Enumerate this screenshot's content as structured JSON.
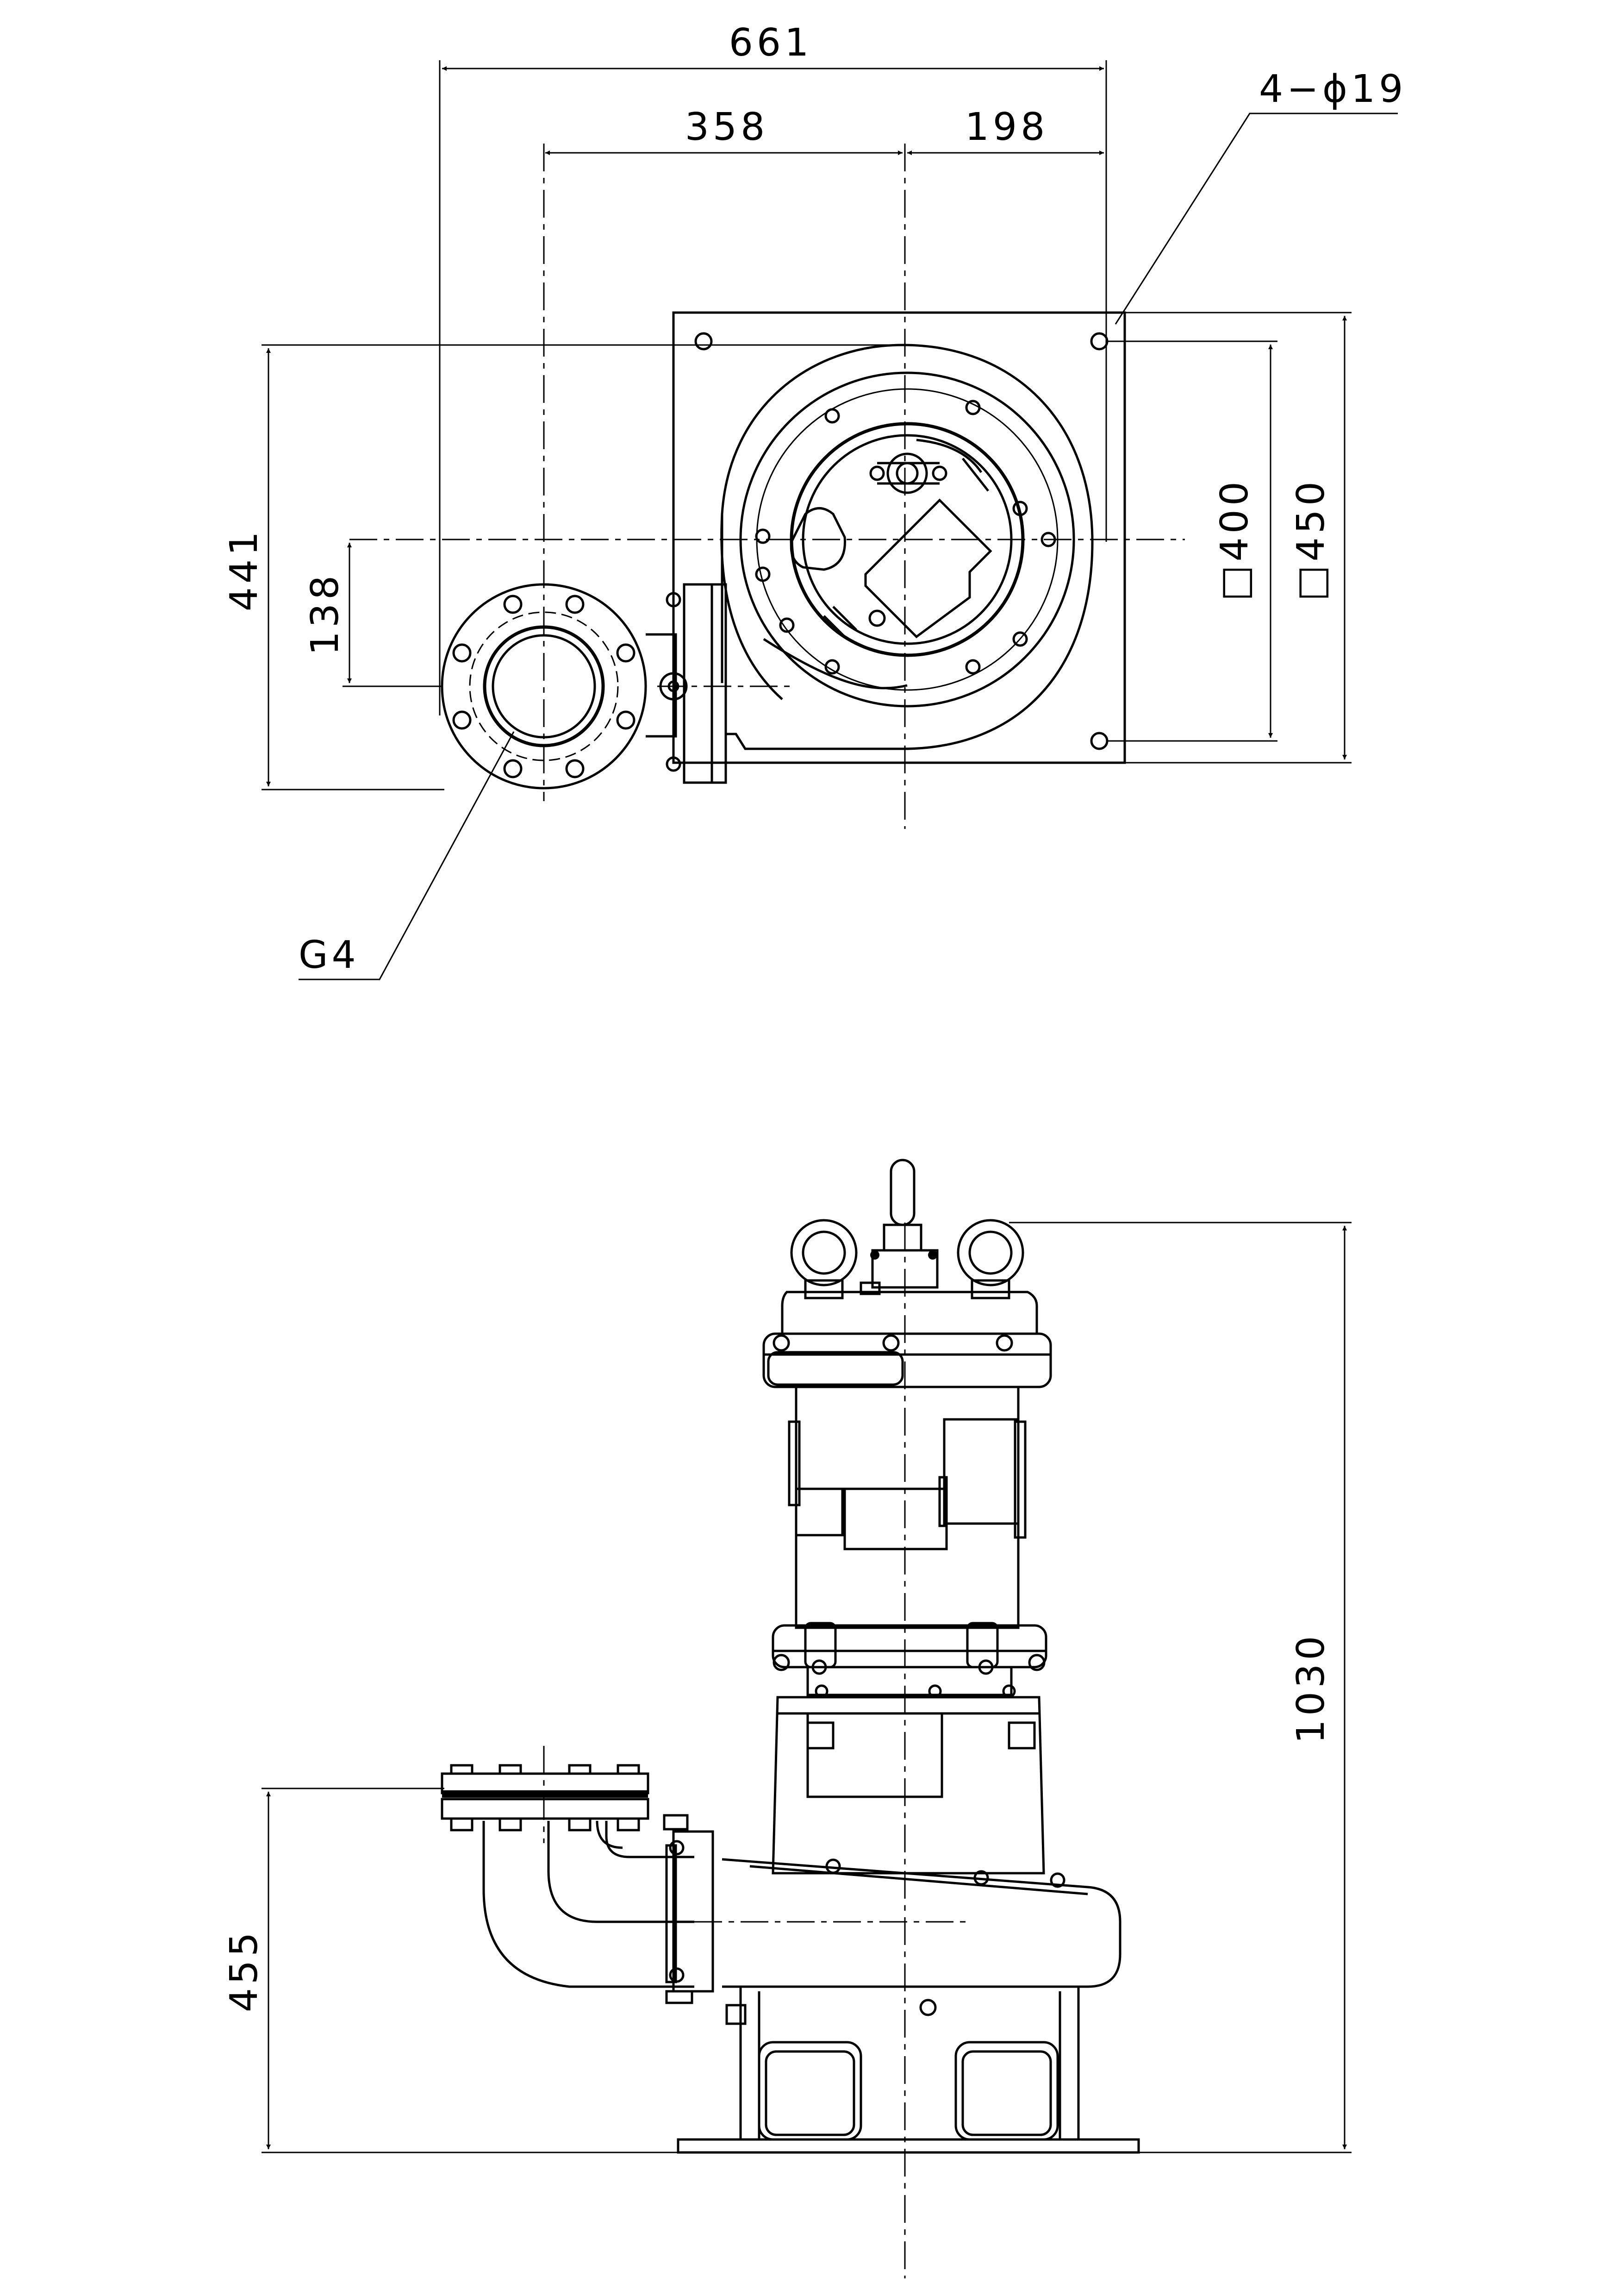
{
  "dimensions": {
    "overall_width": "661",
    "outlet_offset": "358",
    "bolt_offset": "198",
    "anchor_holes": "4−ϕ19",
    "overall_depth": "441",
    "outlet_lateral": "138",
    "bolt_pitch_square": "□400",
    "base_square": "□450",
    "outlet_flange": "G4",
    "overall_height": "1030",
    "outlet_height": "455"
  }
}
